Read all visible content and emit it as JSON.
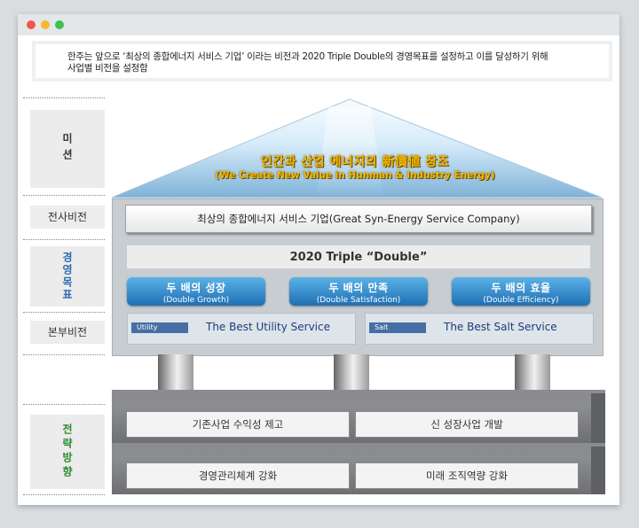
{
  "intro": {
    "line1": "한주는 앞으로 ‘최상의 종합에너지 서비스 기업’ 이라는 비전과 2020 Triple Double의 경영목표를 설정하고 이를 달성하기 위해",
    "line2": "사업별 비전을 설정함"
  },
  "sidebar": {
    "mission": "미션",
    "company_vision": "전사비전",
    "mgmt_goals": "경영목표",
    "division_vision": "본부비전",
    "strategy": "전략방향"
  },
  "mission": {
    "korean": "인간과 산업 에너지의 新價値 창조",
    "english": "(We Create New Value in Hunman & Industry Energy)"
  },
  "company_vision": "최상의 종합에너지 서비스 기업(Great Syn-Energy Service Company)",
  "triple": "2020 Triple  “Double”",
  "goals": [
    {
      "main": "두 배의 성장",
      "sub": "(Double Growth)"
    },
    {
      "main": "두 배의 만족",
      "sub": "(Double Satisfaction)"
    },
    {
      "main": "두 배의 효율",
      "sub": "(Double Efficiency)"
    }
  ],
  "division_visions": [
    {
      "tag": "Utility",
      "label": "The Best Utility Service"
    },
    {
      "tag": "Salt",
      "label": "The Best Salt Service"
    }
  ],
  "strategies": [
    "기존사업 수익성 제고",
    "신 성장사업 개발",
    "경영관리체계 강화",
    "미래 조직역량 강화"
  ],
  "colors": {
    "goal_button": "#1f6fb3",
    "mission_text": "#f5b800",
    "strategy_label": "#2e8b2e",
    "goals_label": "#2b6cb0"
  }
}
